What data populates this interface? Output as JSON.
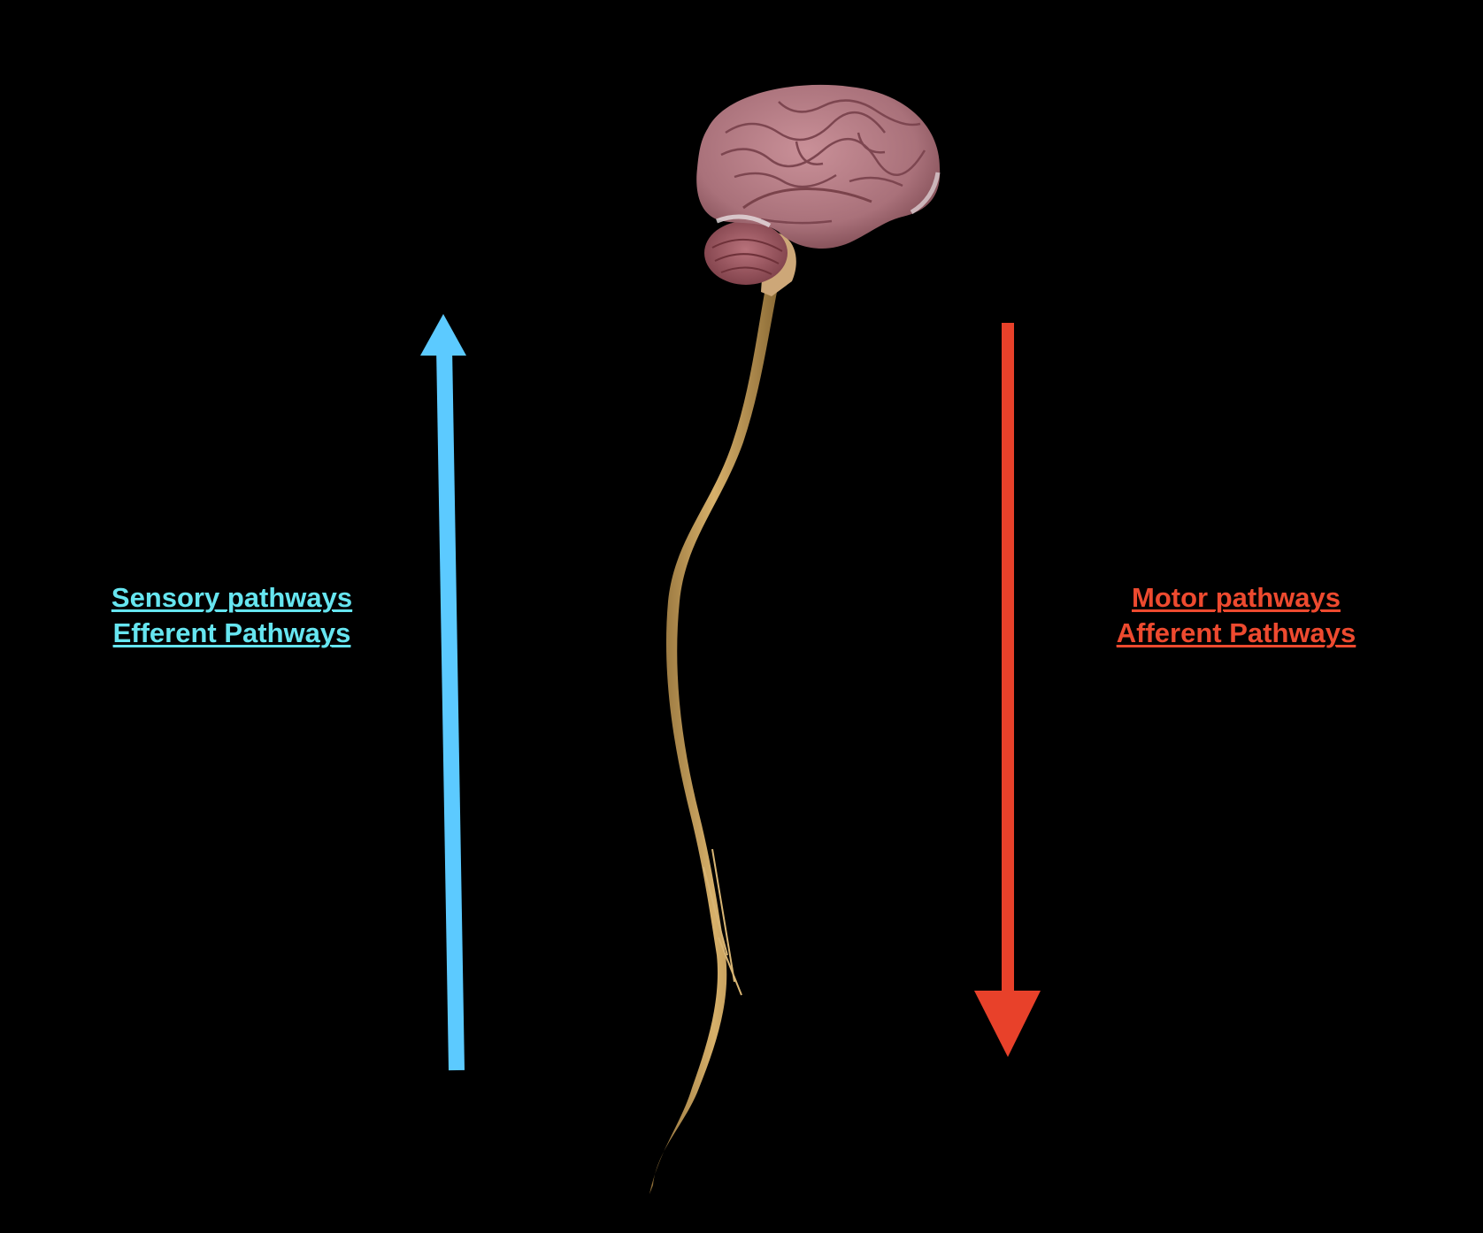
{
  "left_label": {
    "line1": "Sensory pathways",
    "line2": "Efferent Pathways",
    "color": "#66e5f0"
  },
  "right_label": {
    "line1": "Motor pathways",
    "line2": "Afferent Pathways",
    "color": "#ee4a2f"
  },
  "arrows": {
    "up_color": "#5ccaff",
    "down_color": "#e8412a"
  },
  "illustration": {
    "brain_color": "#b3757c",
    "cerebellum_color": "#a8606a",
    "spinal_cord_color": "#c9a25e",
    "subject": "brain-and-spinal-cord"
  }
}
